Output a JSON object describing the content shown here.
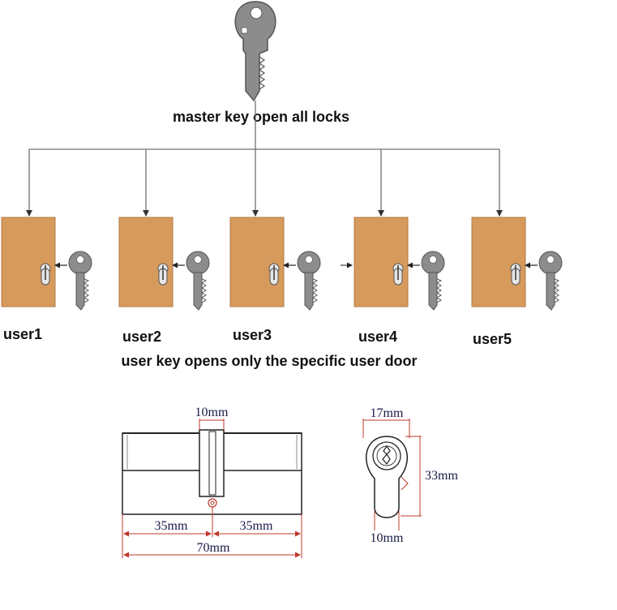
{
  "master": {
    "caption": "master key open all locks"
  },
  "users": [
    {
      "label": "user1"
    },
    {
      "label": "user2"
    },
    {
      "label": "user3"
    },
    {
      "label": "user4"
    },
    {
      "label": "user5"
    }
  ],
  "user_caption": "user key opens only the specific user door",
  "cylinder_front": {
    "center_width": "10mm",
    "left_length": "35mm",
    "right_length": "35mm",
    "total_length": "70mm"
  },
  "cylinder_profile": {
    "top_width": "17mm",
    "height": "33mm",
    "bottom_width": "10mm"
  },
  "colors": {
    "door": "#d69a5c",
    "door_edge": "#b07a44",
    "key": "#8a8a8a",
    "key_dark": "#5a5a5a",
    "line": "#707070",
    "dim": "#c0392b"
  }
}
